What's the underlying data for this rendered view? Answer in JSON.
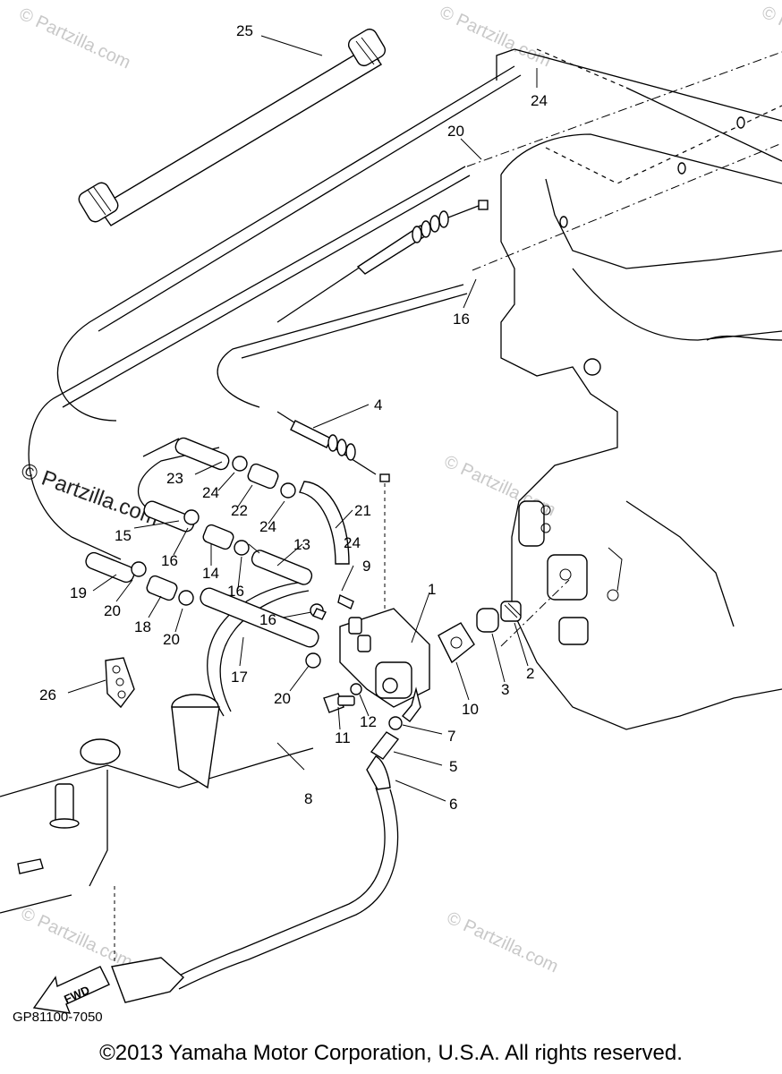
{
  "diagram": {
    "callouts": [
      "25",
      "24",
      "20",
      "16",
      "4",
      "23",
      "24",
      "22",
      "24",
      "21",
      "15",
      "16",
      "14",
      "24",
      "13",
      "16",
      "9",
      "1",
      "19",
      "20",
      "18",
      "20",
      "16",
      "17",
      "20",
      "10",
      "3",
      "2",
      "26",
      "11",
      "12",
      "7",
      "5",
      "8",
      "6"
    ],
    "fwd_label": "FWD",
    "drawing_code": "GP81100-7050",
    "watermarks": [
      "© Partzilla.com",
      "© Partzilla.com",
      "© Partzilla.com",
      "© Partzilla.com",
      "© Partzilla.com",
      "© Partzilla.com",
      "© Partzilla.com"
    ]
  },
  "footer": {
    "copyright": "©2013  Yamaha Motor Corporation, U.S.A. All rights reserved."
  }
}
